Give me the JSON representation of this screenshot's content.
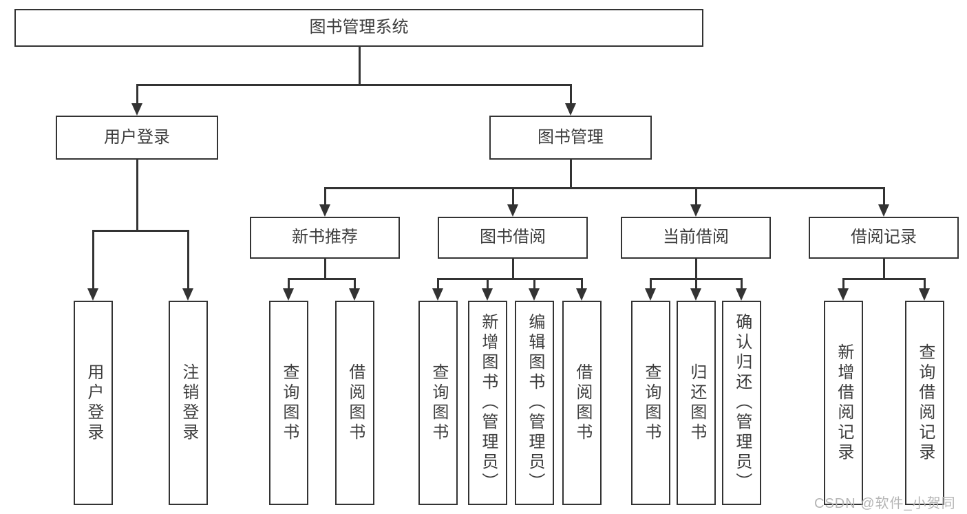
{
  "tree": {
    "root": {
      "label": "图书管理系统"
    },
    "level2": [
      {
        "label": "用户登录",
        "children": [
          {
            "label": "用户登录"
          },
          {
            "label": "注销登录"
          }
        ]
      },
      {
        "label": "图书管理"
      }
    ],
    "level3": [
      {
        "label": "新书推荐",
        "children": [
          {
            "label": "查询图书"
          },
          {
            "label": "借阅图书"
          }
        ]
      },
      {
        "label": "图书借阅",
        "children": [
          {
            "label": "查询图书"
          },
          {
            "label": "新增图书（管理员）"
          },
          {
            "label": "编辑图书（管理员）"
          },
          {
            "label": "借阅图书"
          }
        ]
      },
      {
        "label": "当前借阅",
        "children": [
          {
            "label": "查询图书"
          },
          {
            "label": "归还图书"
          },
          {
            "label": "确认归还（管理员）"
          }
        ]
      },
      {
        "label": "借阅记录",
        "children": [
          {
            "label": "新增借阅记录"
          },
          {
            "label": "查询借阅记录"
          }
        ]
      }
    ]
  },
  "watermark": "CSDN @软件_小贺同学",
  "colors": {
    "line": "#333333",
    "text": "#3d3d3d",
    "boxbg": "#ffffff",
    "watermark": "#b5b5b5",
    "bg": "#ffffff"
  }
}
